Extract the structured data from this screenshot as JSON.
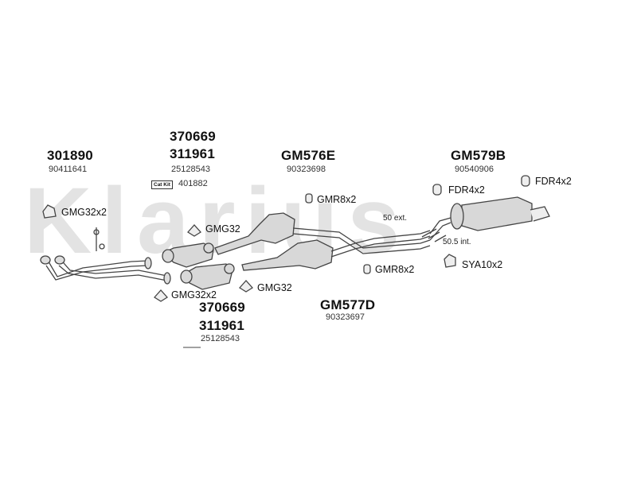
{
  "brand_watermark": "Klarius",
  "colors": {
    "watermark": "#e3e3e3",
    "line": "#444444",
    "part_fill": "#d8d8d8"
  },
  "groups": {
    "front_pipe": {
      "part_no": "301890",
      "oem": "90411641",
      "clamp": "GMG32x2"
    },
    "catalyst_top": {
      "part_no_1": "370669",
      "part_no_2": "311961",
      "oem": "25128543",
      "kit_badge": "Cat Kit",
      "kit_no": "401882",
      "gasket": "GMG32"
    },
    "catalyst_bottom": {
      "part_no_1": "370669",
      "part_no_2": "311961",
      "oem": "25128543",
      "gasket_left": "GMG32x2",
      "gasket_right": "GMG32"
    },
    "middle_upper": {
      "part_no": "GM576E",
      "oem": "90323698",
      "mount": "GMR8x2"
    },
    "middle_lower": {
      "part_no": "GM577D",
      "oem": "90323697",
      "mount": "GMR8x2"
    },
    "rear": {
      "part_no": "GM579B",
      "oem": "90540906",
      "mount_1": "FDR4x2",
      "mount_2": "FDR4x2",
      "clamp": "SYA10x2",
      "ext_note": "50 ext.",
      "int_note": "50.5 int."
    }
  }
}
